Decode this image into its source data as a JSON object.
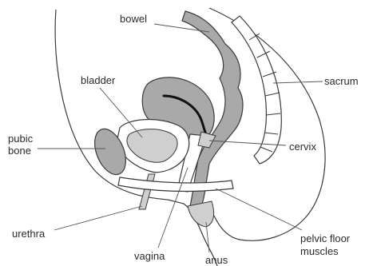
{
  "labels": {
    "bowel": "bowel",
    "bladder": "bladder",
    "sacrum": "sacrum",
    "pubic_bone_line1": "pubic",
    "pubic_bone_line2": "bone",
    "cervix": "cervix",
    "urethra": "urethra",
    "vagina": "vagina",
    "anus": "anus",
    "pelvic_floor_line1": "pelvic floor",
    "pelvic_floor_line2": "muscles"
  },
  "colors": {
    "outline": "#3a3a3a",
    "organ_fill": "#a9a9a9",
    "organ_fill_light": "#cfcfcf",
    "uterus_stroke": "#111111",
    "leader_line": "#555555"
  }
}
